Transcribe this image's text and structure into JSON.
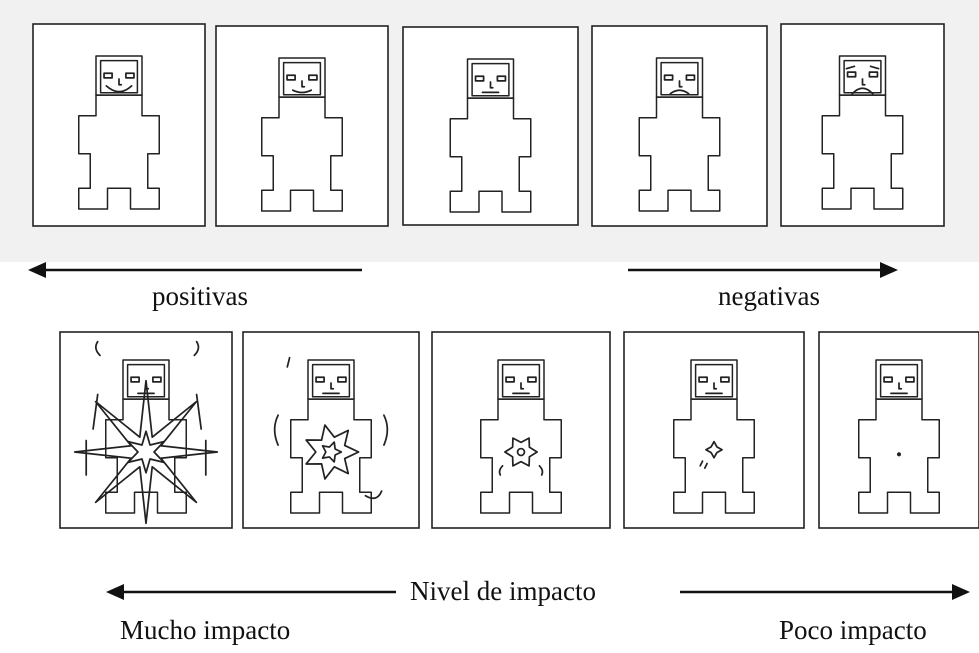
{
  "figure": {
    "valence_scale": {
      "left_label": "positivas",
      "right_label": "negativas",
      "panels": [
        {
          "mood": "very-happy"
        },
        {
          "mood": "happy"
        },
        {
          "mood": "neutral"
        },
        {
          "mood": "sad"
        },
        {
          "mood": "very-sad"
        }
      ]
    },
    "impact_scale": {
      "center_label": "Nivel de impacto",
      "left_label": "Mucho impacto",
      "right_label": "Poco impacto",
      "panels": [
        {
          "impact_level": 5
        },
        {
          "impact_level": 4
        },
        {
          "impact_level": 3
        },
        {
          "impact_level": 2
        },
        {
          "impact_level": 1
        }
      ]
    },
    "colors": {
      "ink": "#222222",
      "background": "#ffffff",
      "top_band": "#f1f1f1"
    }
  }
}
